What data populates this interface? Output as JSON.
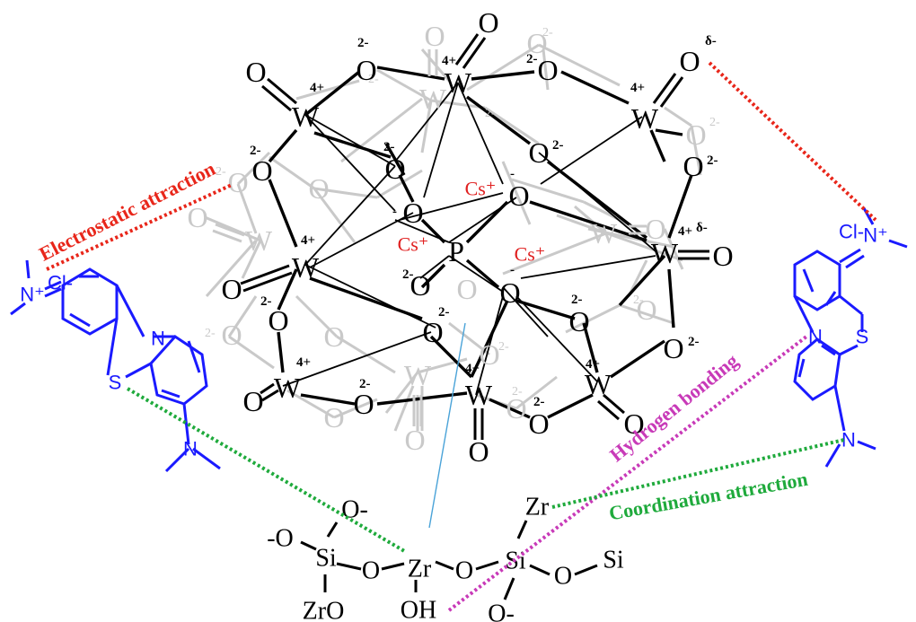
{
  "colors": {
    "bond": "#000000",
    "ghost": "#c9c9c9",
    "cation": "#e02020",
    "dye": "#1a1aff",
    "electrostatic": "#e8261a",
    "hydrogen": "#c83ab8",
    "coordination": "#1faa3c",
    "axis": "#4aa3d8"
  },
  "labels": {
    "electrostatic": "Electrostatic attraction",
    "hydrogen": "Hydrogen bonding",
    "coordination": "Coordination attraction"
  },
  "atoms": {
    "W": "W",
    "O": "O",
    "P": "P",
    "Zr": "Zr",
    "Si": "Si",
    "OH": "OH",
    "ZrO": "ZrO",
    "O_minus": "O-",
    "minus_O": "-O",
    "N": "N",
    "S": "S"
  },
  "charges": {
    "w4": "4+",
    "o2": "2-",
    "delta": "δ-",
    "minus": "-"
  },
  "cations": {
    "cs": "Cs⁺"
  },
  "dye": {
    "cl_minus": "Cl-",
    "n_plus": "N⁺"
  }
}
